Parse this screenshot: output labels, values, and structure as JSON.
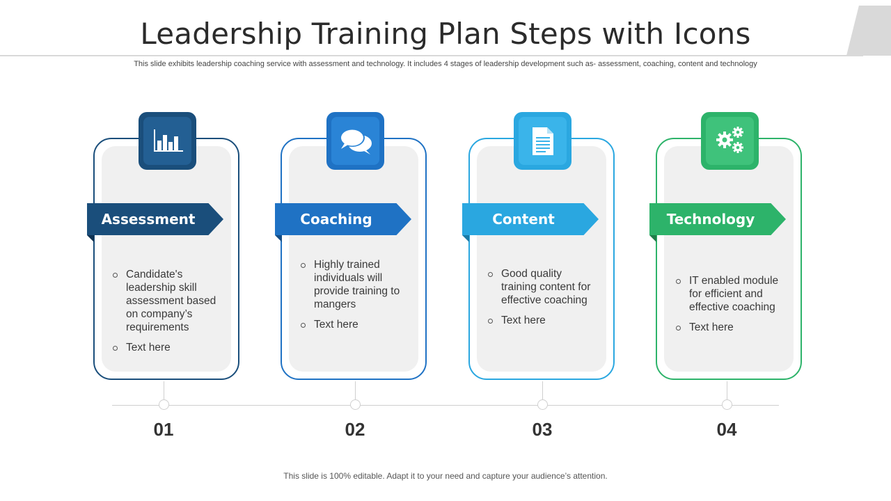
{
  "title": "Leadership Training Plan Steps with Icons",
  "subtitle": "This slide exhibits leadership coaching service with assessment and technology. It includes 4 stages of leadership development such as- assessment, coaching, content and technology",
  "footer": "This slide is 100% editable. Adapt it to your need and capture your audience’s attention.",
  "steps": [
    {
      "number": "01",
      "label": "Assessment",
      "icon": "bar-chart-icon",
      "color": "#1a4e7b",
      "bullets": [
        "Candidate's leadership skill assessment based on company’s requirements",
        "Text here"
      ]
    },
    {
      "number": "02",
      "label": "Coaching",
      "icon": "chat-bubbles-icon",
      "color": "#1f72c4",
      "bullets": [
        "Highly trained individuals will provide training to mangers",
        "Text here"
      ]
    },
    {
      "number": "03",
      "label": "Content",
      "icon": "document-icon",
      "color": "#2aa7e0",
      "bullets": [
        "Good quality training content for effective coaching",
        "Text here"
      ]
    },
    {
      "number": "04",
      "label": "Technology",
      "icon": "gears-icon",
      "color": "#2db36a",
      "bullets": [
        "IT enabled module for efficient and effective coaching",
        "Text here"
      ]
    }
  ]
}
